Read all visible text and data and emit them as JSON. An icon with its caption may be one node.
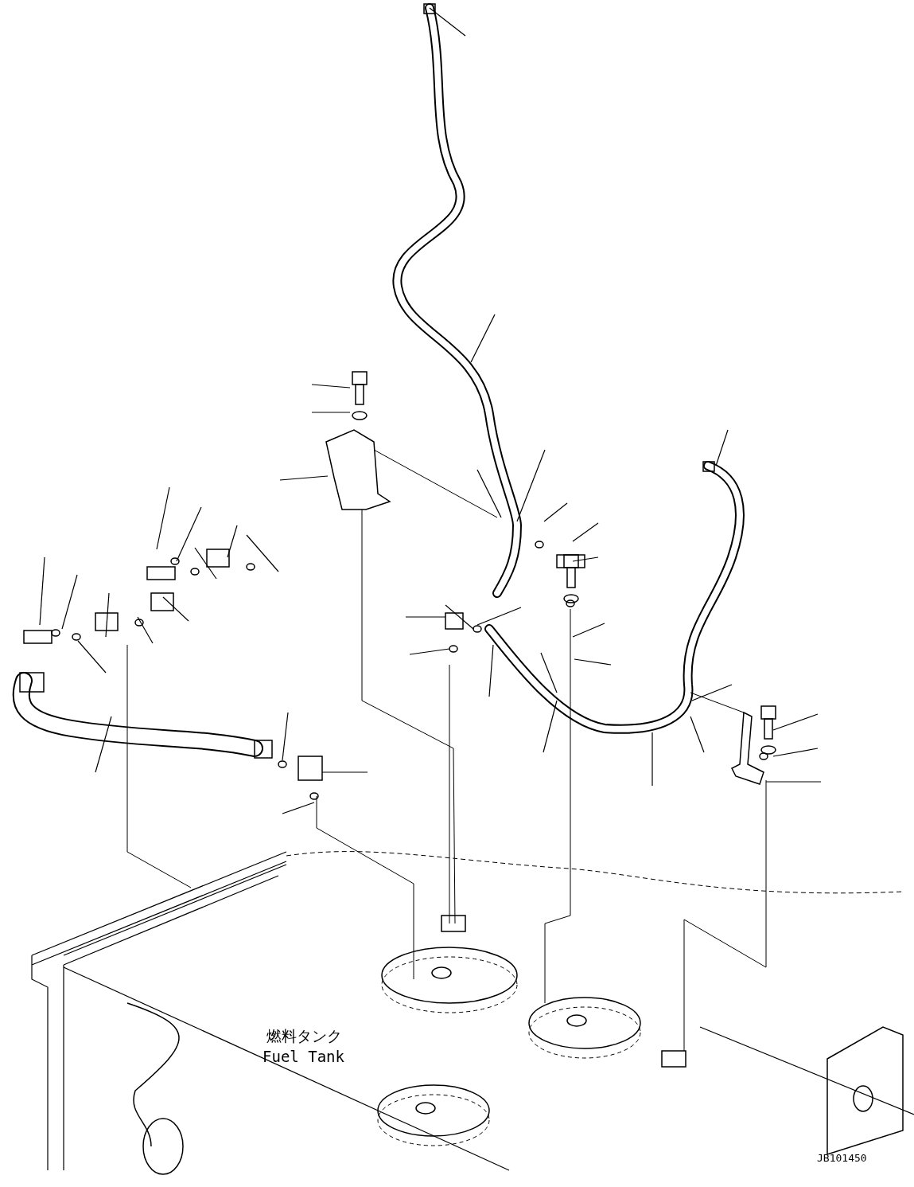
{
  "diagram": {
    "labels": [
      "燃料タンク",
      "Fuel Tank",
      "JB101450"
    ]
  }
}
